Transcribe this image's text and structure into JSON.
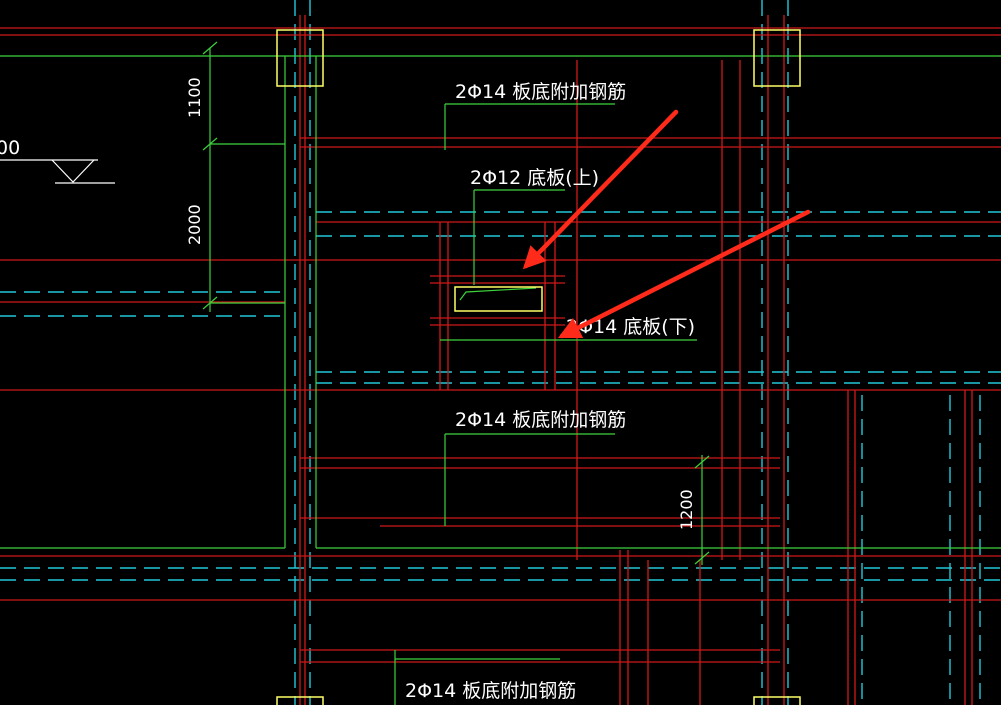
{
  "drawing": {
    "level_fragment": "00",
    "dims": {
      "d1100": "1100",
      "d2000": "2000",
      "d1200": "1200"
    },
    "labels": {
      "top_extra_bar": "2Φ14 板底附加钢筋",
      "upper_slab_bar": "2Φ12 底板(上)",
      "lower_slab_bar": "2Φ14 底板(下)",
      "mid_extra_bar": "2Φ14 板底附加钢筋",
      "bottom_extra_bar": "2Φ14 板底附加钢筋"
    },
    "colors": {
      "background": "#000000",
      "beam_line": "#d01818",
      "axis_line": "#22c8d8",
      "wall_line": "#3cd23c",
      "column": "#ffff66",
      "text": "#ffffff",
      "arrow": "#ff2a1a"
    }
  }
}
